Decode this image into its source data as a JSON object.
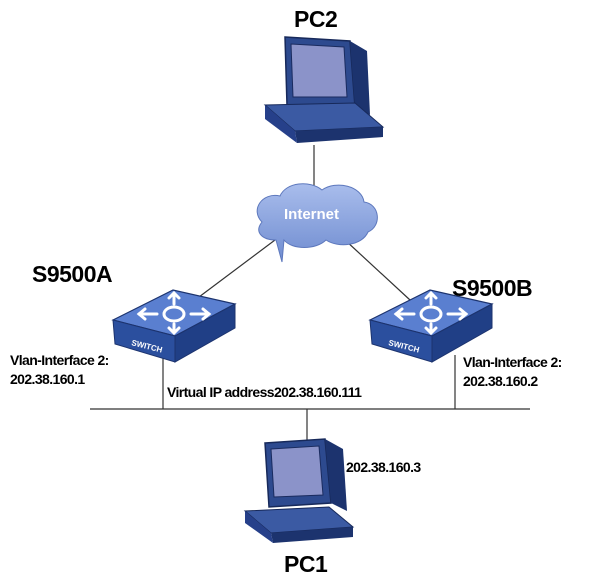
{
  "nodes": {
    "pc2": {
      "label": "PC2"
    },
    "internet": {
      "label": "Internet"
    },
    "switch_a": {
      "label": "S9500A",
      "badge": "SWITCH"
    },
    "switch_b": {
      "label": "S9500B",
      "badge": "SWITCH"
    },
    "pc1": {
      "label": "PC1",
      "ip": "202.38.160.3"
    }
  },
  "interfaces": {
    "a": {
      "name": "Vlan-Interface 2:",
      "ip": "202.38.160.1"
    },
    "b": {
      "name": "Vlan-Interface 2:",
      "ip": "202.38.160.2"
    }
  },
  "virtual_ip": "Virtual IP address202.38.160.111",
  "colors": {
    "switch_body": "#2b4f9e",
    "switch_top": "#5a7fd0",
    "pc_body": "#2d4a8f",
    "screen": "#8b93c9",
    "cloud": "#7e99d6",
    "line": "#333333"
  }
}
